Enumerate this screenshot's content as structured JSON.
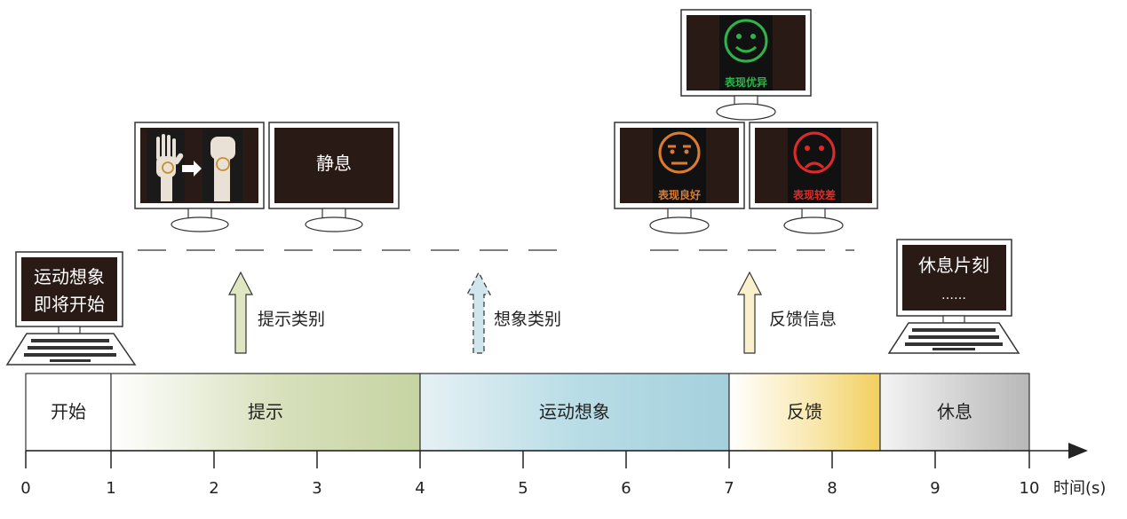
{
  "start_monitor": {
    "line1": "运动想象",
    "line2": "即将开始"
  },
  "rest_monitor": {
    "line1": "休息片刻",
    "line2": "……"
  },
  "still_monitor": {
    "text": "静息"
  },
  "feedback": {
    "excellent": {
      "label": "表现优异",
      "color": "#2fb34a"
    },
    "good": {
      "label": "表现良好",
      "color": "#e07a2e"
    },
    "poor": {
      "label": "表现较差",
      "color": "#e02a2a"
    }
  },
  "arrows": {
    "cue": {
      "label": "提示类别",
      "color": "#dfe6c2"
    },
    "imagery": {
      "label": "想象类别",
      "color": "#cfe6ec"
    },
    "feedback": {
      "label": "反馈信息",
      "color": "#fbf0cc"
    }
  },
  "phases": [
    {
      "label": "开始",
      "start": 0,
      "end": 1
    },
    {
      "label": "提示",
      "start": 1,
      "end": 4
    },
    {
      "label": "运动想象",
      "start": 4,
      "end": 7
    },
    {
      "label": "反馈",
      "start": 7,
      "end": 8.5
    },
    {
      "label": "休息",
      "start": 8.5,
      "end": 10
    }
  ],
  "axis": {
    "ticks": [
      "0",
      "1",
      "2",
      "3",
      "4",
      "5",
      "6",
      "7",
      "8",
      "9",
      "10"
    ],
    "label": "时间(s)"
  },
  "colors": {
    "cue_phase": "#c9d6a6",
    "imagery_phase": "#a9d3df",
    "feedback_phase": "#f5d77a",
    "rest_phase": "#bdbdbd",
    "screen": "#2a1a15"
  }
}
